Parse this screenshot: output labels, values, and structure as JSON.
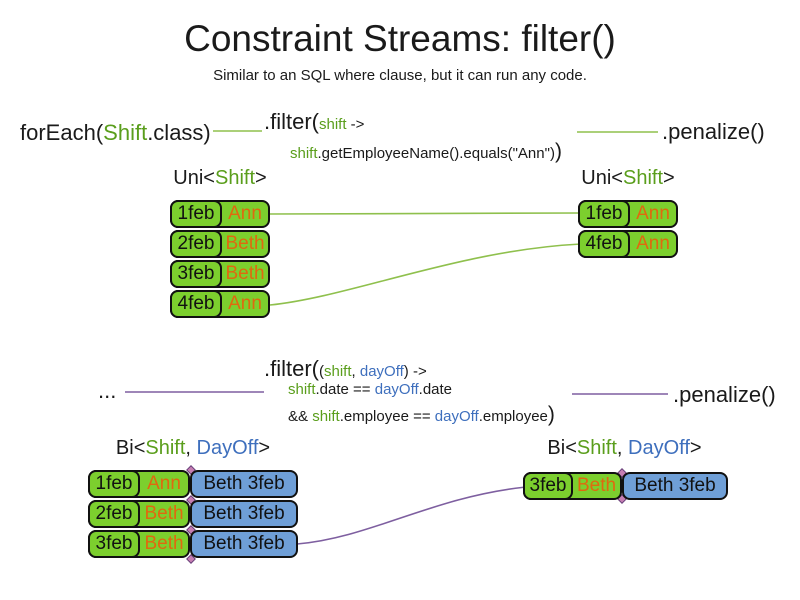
{
  "title": "Constraint Streams: filter()",
  "subtitle": "Similar to an SQL where clause, but it can run any code.",
  "colors": {
    "shift_green_text": "#5a9e1c",
    "dayoff_blue_text": "#3e6fbd",
    "employee_orange_text": "#e0690f",
    "card_green_fill": "#7ccf2e",
    "card_blue_fill": "#6f9fd7",
    "connector_green": "#8fc04d",
    "connector_purple": "#7e5fa0",
    "junction_diamond": "#c77fb2"
  },
  "top_flow": {
    "source_prefix": "forEach(",
    "source_class": "Shift",
    "source_suffix": ".class)",
    "filter_head": ".filter(",
    "filter_param": "shift",
    "filter_arrow": " ->",
    "filter_body_var": "shift",
    "filter_body": ".getEmployeeName().equals(\"Ann\")",
    "filter_close": ")",
    "penalize": ".penalize()"
  },
  "uni_left": {
    "label_prefix": "Uni<",
    "label_type": "Shift",
    "label_suffix": ">",
    "rows": [
      {
        "date": "1feb",
        "name": "Ann"
      },
      {
        "date": "2feb",
        "name": "Beth"
      },
      {
        "date": "3feb",
        "name": "Beth"
      },
      {
        "date": "4feb",
        "name": "Ann"
      }
    ]
  },
  "uni_right": {
    "label_prefix": "Uni<",
    "label_type": "Shift",
    "label_suffix": ">",
    "rows": [
      {
        "date": "1feb",
        "name": "Ann"
      },
      {
        "date": "4feb",
        "name": "Ann"
      }
    ]
  },
  "mid_flow": {
    "source_ellipsis": "...",
    "filter_head": ".filter(",
    "param_open": "(",
    "param_shift": "shift",
    "param_sep": ", ",
    "param_dayoff": "dayOff",
    "param_close": ") ->",
    "line2_shift": "shift",
    "line2_mid": ".date == ",
    "line2_dayoff": "dayOff",
    "line2_end": ".date",
    "line3_and": "&& ",
    "line3_shift": "shift",
    "line3_mid": ".employee == ",
    "line3_dayoff": "dayOff",
    "line3_end": ".employee",
    "line3_close": ")",
    "penalize": ".penalize()"
  },
  "bi_left": {
    "label_prefix": "Bi<",
    "label_shift": "Shift",
    "label_sep": ", ",
    "label_dayoff": "DayOff",
    "label_suffix": ">",
    "rows": [
      {
        "date": "1feb",
        "name": "Ann",
        "dayoff": "Beth 3feb"
      },
      {
        "date": "2feb",
        "name": "Beth",
        "dayoff": "Beth 3feb"
      },
      {
        "date": "3feb",
        "name": "Beth",
        "dayoff": "Beth 3feb"
      }
    ]
  },
  "bi_right": {
    "label_prefix": "Bi<",
    "label_shift": "Shift",
    "label_sep": ", ",
    "label_dayoff": "DayOff",
    "label_suffix": ">",
    "rows": [
      {
        "date": "3feb",
        "name": "Beth",
        "dayoff": "Beth 3feb"
      }
    ]
  }
}
